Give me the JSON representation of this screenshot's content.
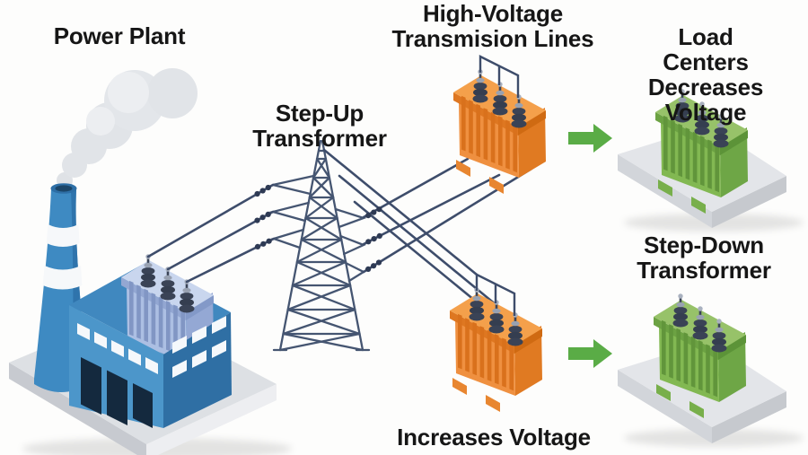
{
  "labels": {
    "power_plant": "Power Plant",
    "step_up_transformer": "Step-Up\nTransformer",
    "hv_lines": "High-Voltage\nTransmision Lines",
    "load_centers": "Load Centers\nDecreases Voltage",
    "step_down_transformer": "Step-Down\nTransformer",
    "increases_voltage": "Increases Voltage"
  },
  "colors": {
    "background": "#FDFDFC",
    "text": "#161616",
    "factory_blue_front": "#4C96CA",
    "factory_blue_side": "#2F6FA4",
    "rooftop_transformer_blue": "#ACBFE3",
    "transformer_orange": "#EF9040",
    "transformer_green": "#82B852",
    "arrow_green": "#5AAC46",
    "wire_slate": "#3E4D6B",
    "tower_slate": "#455571",
    "platform_gray": "#DDE0E4",
    "smoke_gray": "#E1E4E8",
    "insulator_slate": "#3A4356"
  }
}
